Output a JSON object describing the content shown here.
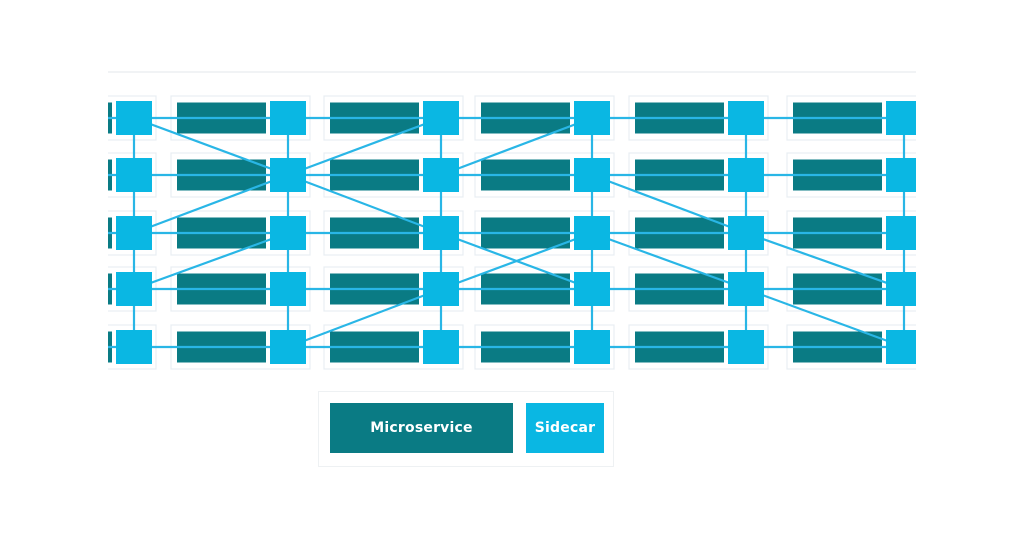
{
  "colors": {
    "microservice": "#0a7b84",
    "sidecar": "#0ab7e3",
    "link": "#29b6e6",
    "frame": "#e8eef2"
  },
  "legend": {
    "microservice_label": "Microservice",
    "sidecar_label": "Sidecar"
  },
  "grid": {
    "columns": 6,
    "rows": 5,
    "diagonal_links": [
      [
        0,
        0,
        1,
        1
      ],
      [
        0,
        2,
        1,
        1
      ],
      [
        0,
        3,
        1,
        2
      ],
      [
        1,
        1,
        2,
        0
      ],
      [
        1,
        1,
        2,
        2
      ],
      [
        1,
        4,
        2,
        3
      ],
      [
        2,
        3,
        3,
        2
      ],
      [
        2,
        1,
        3,
        0
      ],
      [
        2,
        2,
        3,
        3
      ],
      [
        3,
        1,
        4,
        2
      ],
      [
        3,
        2,
        4,
        3
      ],
      [
        4,
        2,
        5,
        3
      ],
      [
        4,
        3,
        5,
        4
      ]
    ]
  }
}
